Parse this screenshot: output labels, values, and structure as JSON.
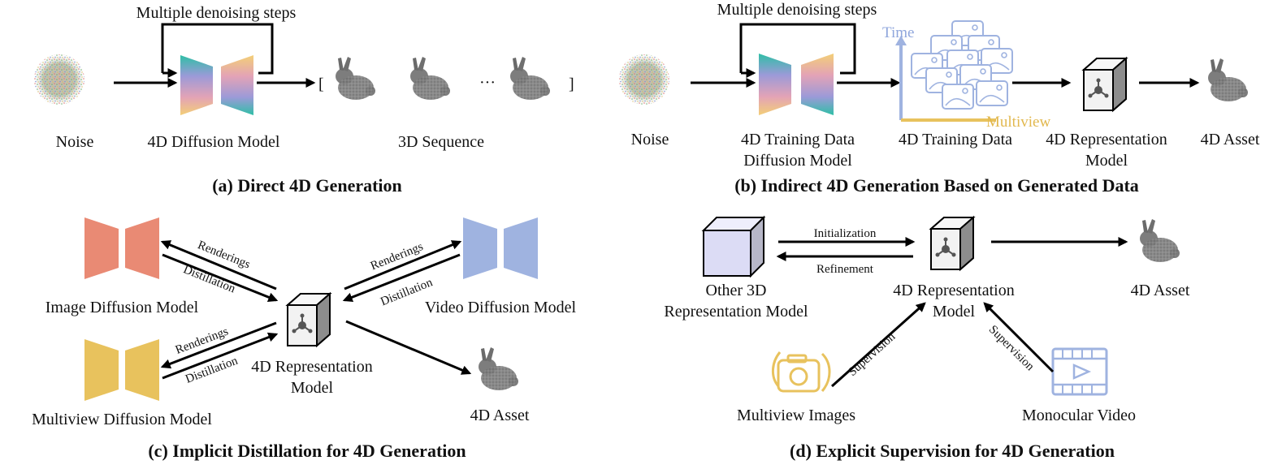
{
  "panel_a": {
    "loop_label": "Multiple denoising steps",
    "noise_label": "Noise",
    "model_label": "4D Diffusion Model",
    "seq_label": "3D Sequence",
    "bracket_open": "[",
    "bracket_close": "]",
    "ellipsis": "···",
    "caption": "(a) Direct 4D Generation"
  },
  "panel_b": {
    "loop_label": "Multiple denoising steps",
    "noise_label": "Noise",
    "model_label_1": "4D Training Data",
    "model_label_2": "Diffusion Model",
    "data_label": "4D Training Data",
    "axis_time": "Time",
    "axis_multiview": "Multiview",
    "rep_label_1": "4D Representation",
    "rep_label_2": "Model",
    "asset_label": "4D Asset",
    "caption": "(b) Indirect 4D Generation Based on Generated Data"
  },
  "panel_c": {
    "image_model": "Image Diffusion Model",
    "video_model": "Video Diffusion Model",
    "multiview_model": "Multiview Diffusion Model",
    "rep_label_1": "4D Representation",
    "rep_label_2": "Model",
    "asset_label": "4D Asset",
    "renderings": "Renderings",
    "distillation": "Distillation",
    "caption": "(c) Implicit Distillation for 4D Generation"
  },
  "panel_d": {
    "other_label_1": "Other 3D",
    "other_label_2": "Representation Model",
    "initialization": "Initialization",
    "refinement": "Refinement",
    "rep_label_1": "4D Representation",
    "rep_label_2": "Model",
    "asset_label": "4D Asset",
    "supervision": "Supervision",
    "multiview_images": "Multiview Images",
    "monocular_video": "Monocular Video",
    "caption": "(d) Explicit Supervision for 4D Generation"
  },
  "colors": {
    "image_diffusion": "#e98a74",
    "video_diffusion": "#9fb3e0",
    "multiview_diffusion": "#e8c25d",
    "time_axis": "#8fa6dc",
    "multiview_axis": "#e2b84e",
    "other_cube": "#dcdcf5"
  }
}
